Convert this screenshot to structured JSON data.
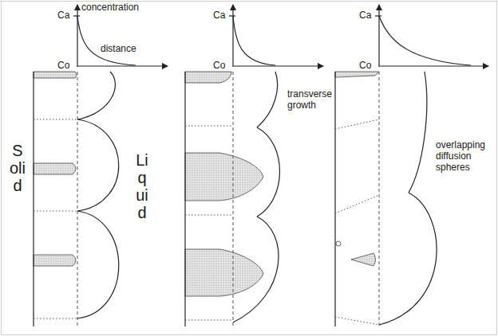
{
  "diagram": {
    "labels": [
      "concentration",
      "Ca",
      "Co",
      "distance",
      "Ca",
      "Co",
      "Ca",
      "Co",
      "Solid",
      "Liquid",
      "transverse growth",
      "overlapping diffusion spheres"
    ]
  }
}
